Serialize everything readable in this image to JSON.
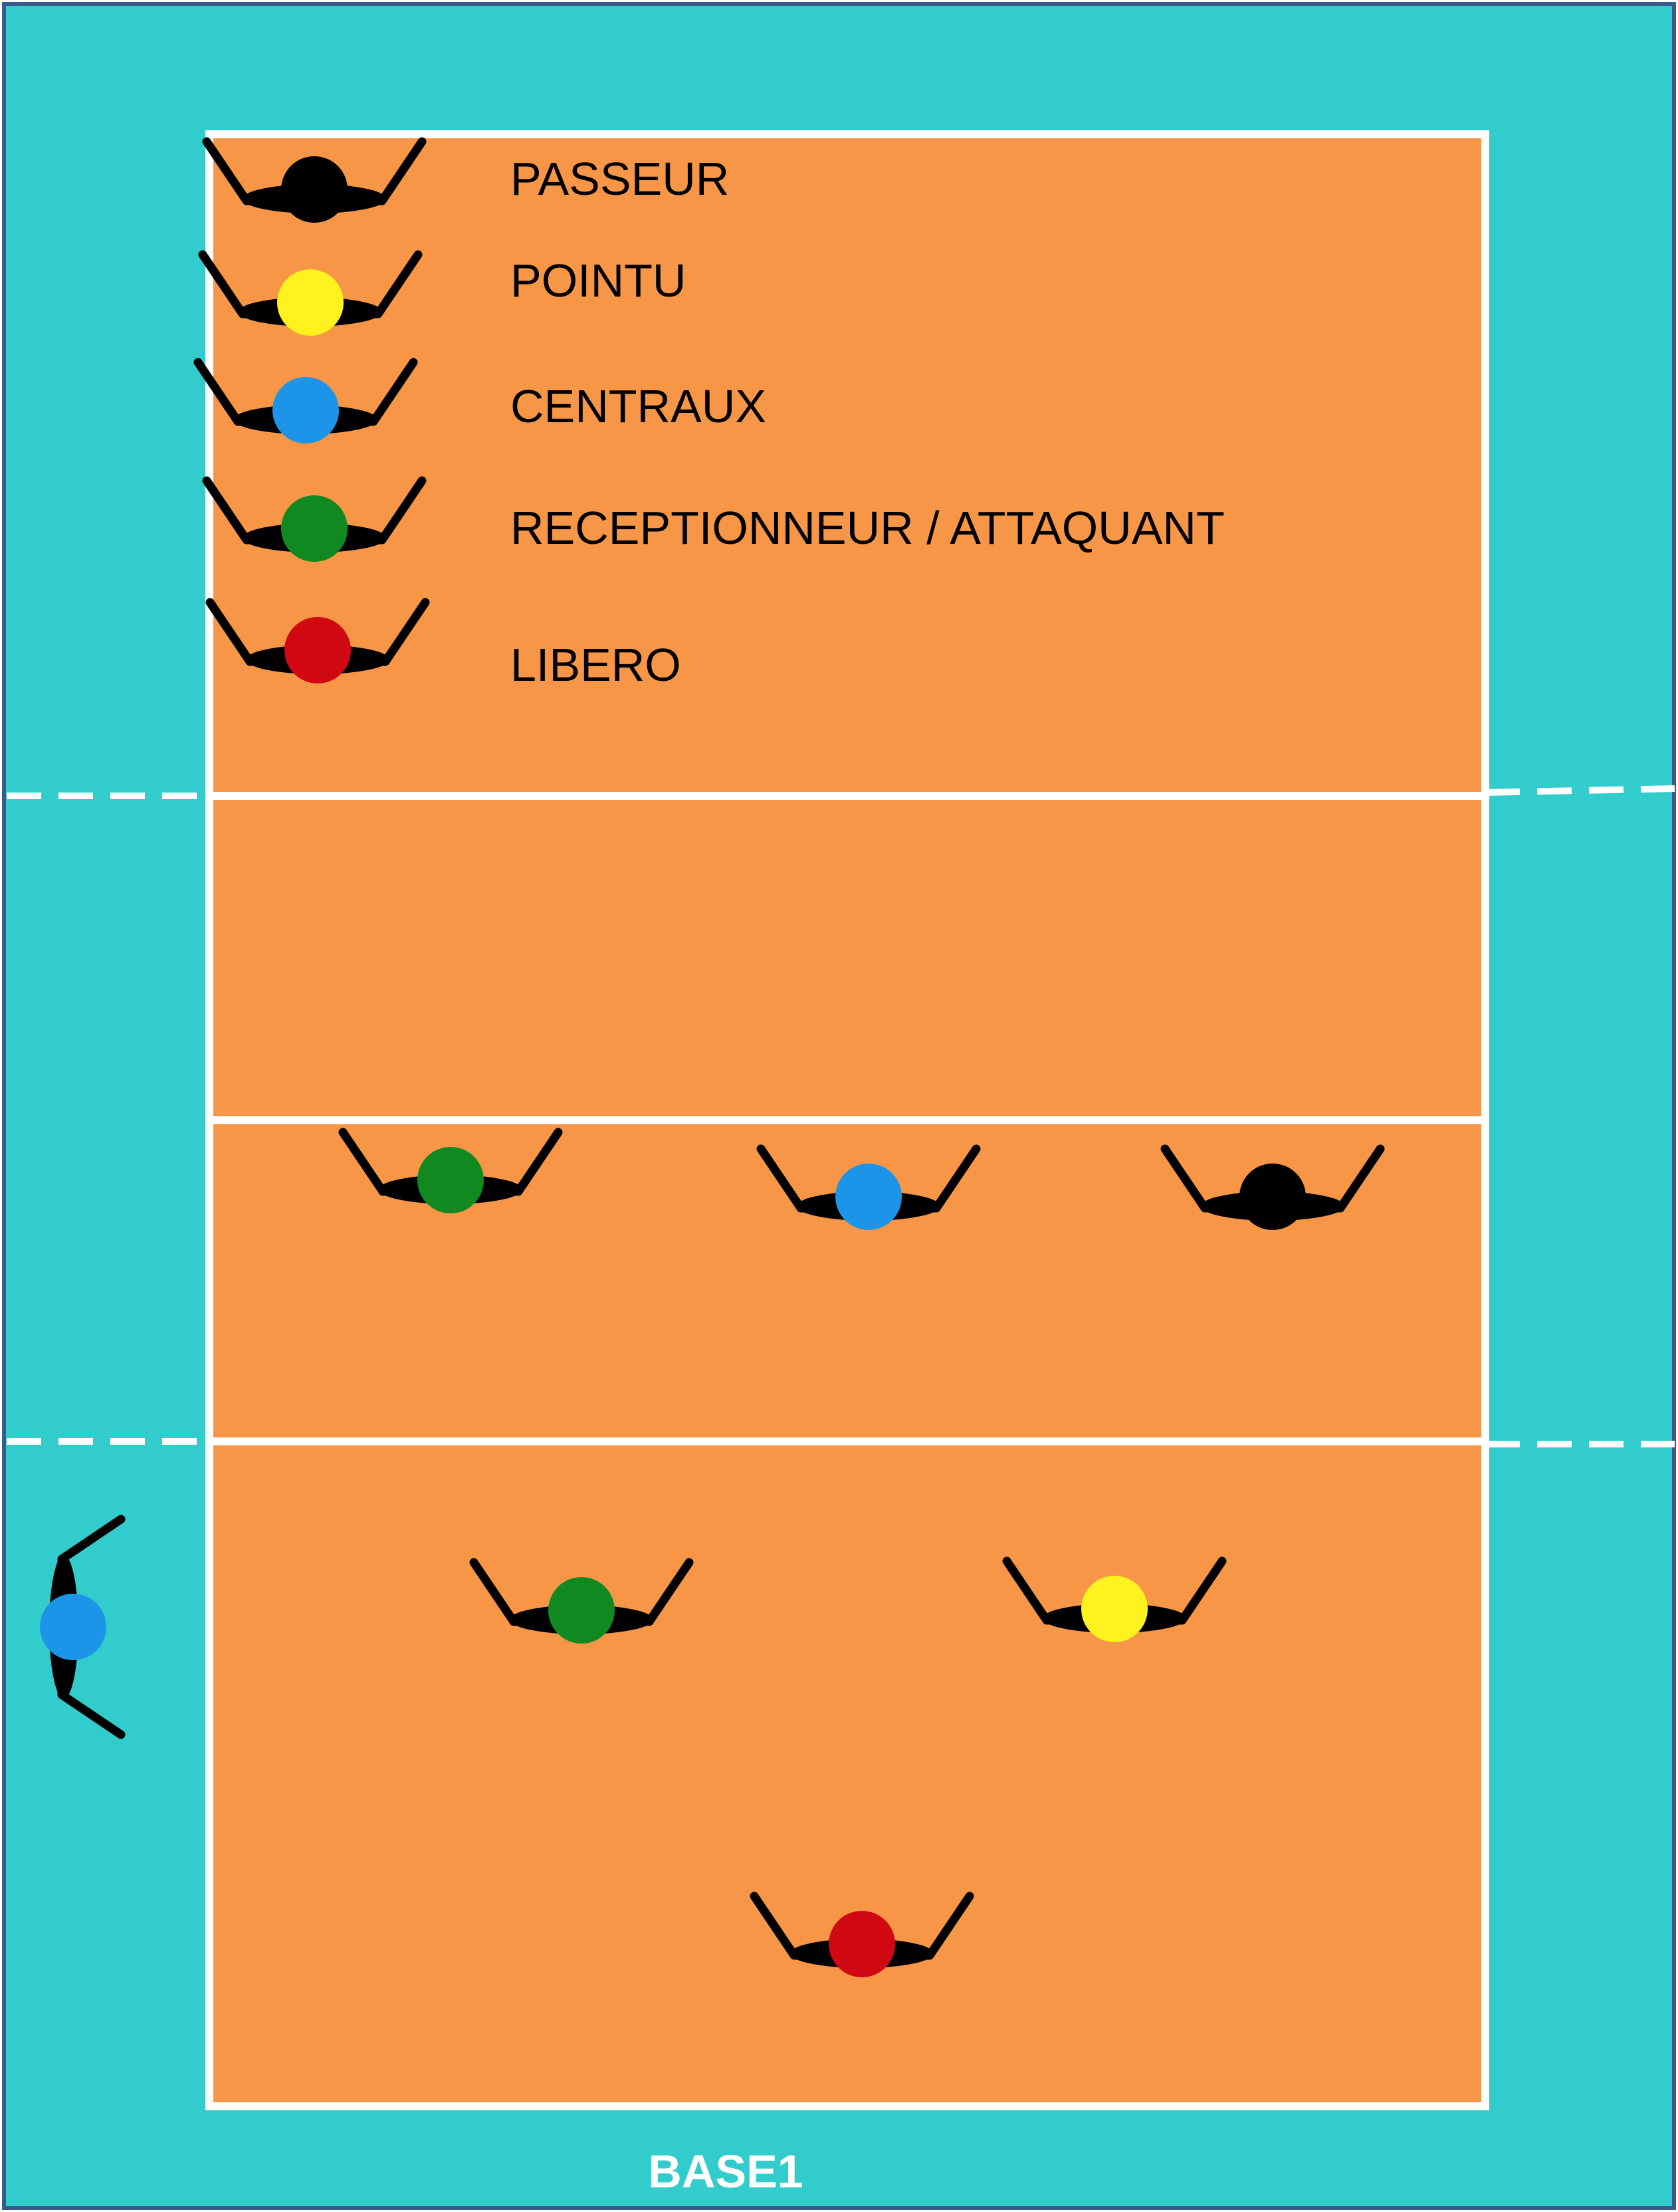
{
  "colors": {
    "surround": "#33CCCC",
    "border": "#3A5A8C",
    "court": "#F79646",
    "lines": "#FFFFFF",
    "body": "#000000"
  },
  "roles": {
    "passeur": {
      "label": "PASSEUR",
      "color": "#000000"
    },
    "pointu": {
      "label": "POINTU",
      "color": "#FFF21F"
    },
    "centraux": {
      "label": "CENTRAUX",
      "color": "#1C95E8"
    },
    "receptionneur": {
      "label": "RECEPTIONNEUR / ATTAQUANT",
      "color": "#108A20"
    },
    "libero": {
      "label": "LIBERO",
      "color": "#D00812"
    }
  },
  "legend": [
    {
      "role": "passeur"
    },
    {
      "role": "pointu"
    },
    {
      "role": "centraux"
    },
    {
      "role": "receptionneur"
    },
    {
      "role": "libero"
    }
  ],
  "players": [
    {
      "role": "receptionneur",
      "zone": "front-left"
    },
    {
      "role": "centraux",
      "zone": "front-middle"
    },
    {
      "role": "passeur",
      "zone": "front-right"
    },
    {
      "role": "receptionneur",
      "zone": "back-left"
    },
    {
      "role": "pointu",
      "zone": "back-right"
    },
    {
      "role": "libero",
      "zone": "back-middle"
    },
    {
      "role": "centraux",
      "zone": "sideline-substitute"
    }
  ],
  "caption": "BASE1"
}
